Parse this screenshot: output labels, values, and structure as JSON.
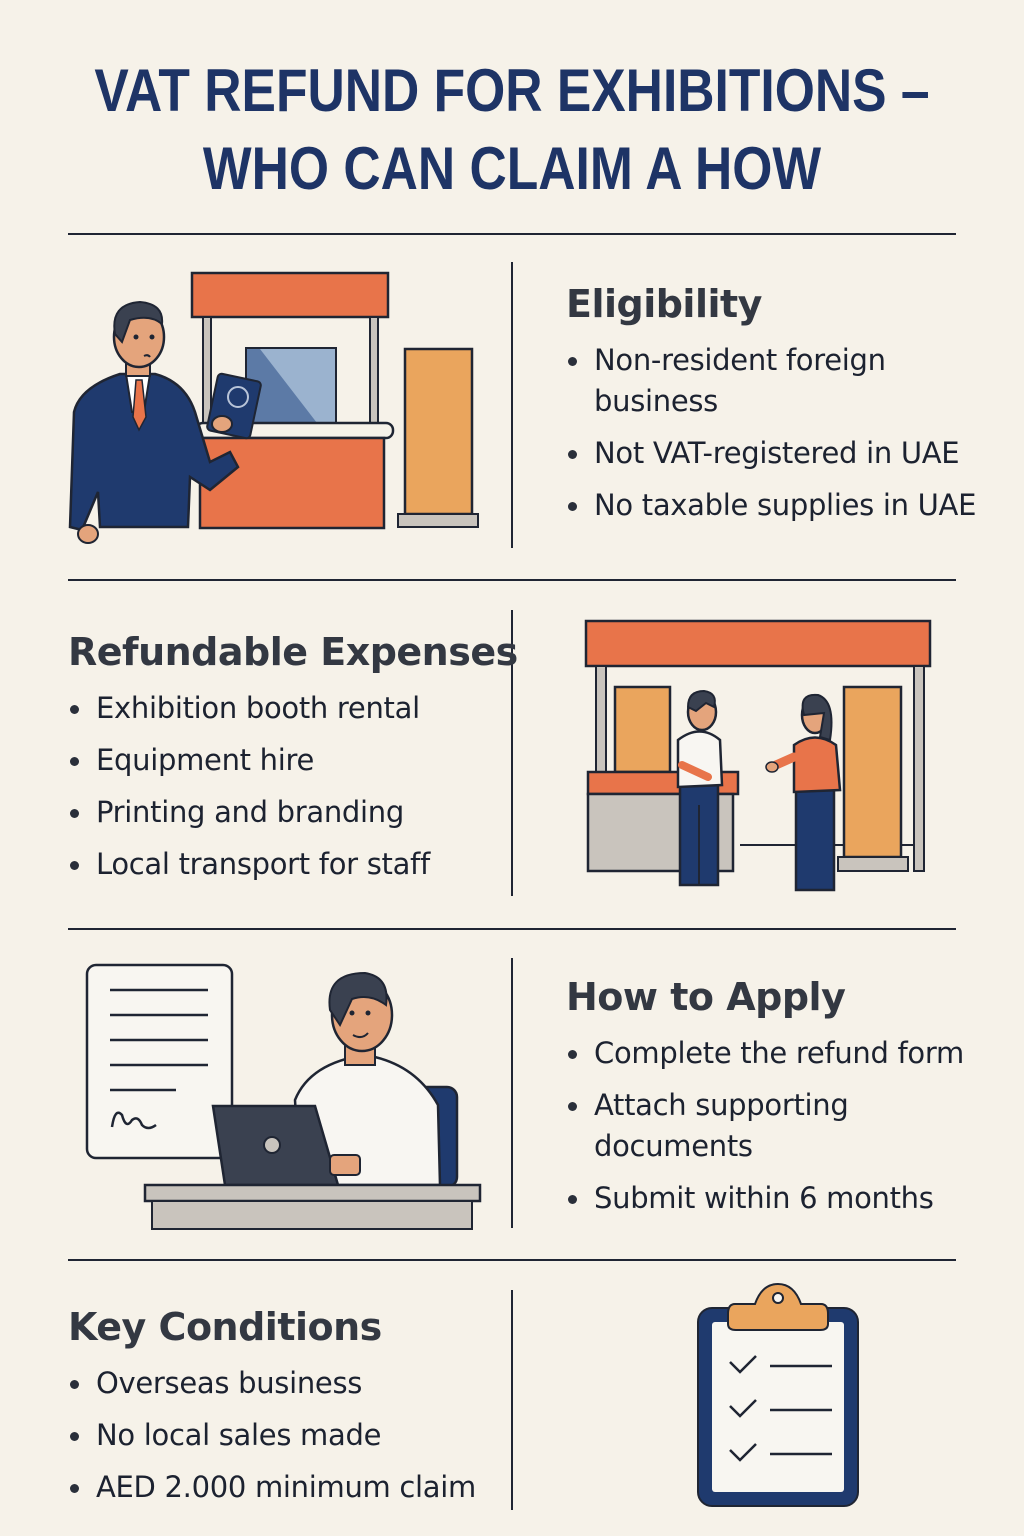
{
  "title": {
    "line1": "VAT REFUND FOR EXHIBITIONS –",
    "line2": "WHO CAN CLAIM A HOW"
  },
  "sections": [
    {
      "id": "eligibility",
      "heading": "Eligibility",
      "items": [
        "Non-resident foreign business",
        "Not VAT-registered in UAE",
        "No taxable supplies in UAE"
      ],
      "illustration": "businessman-at-booth-with-passport"
    },
    {
      "id": "refundable-expenses",
      "heading": "Refundable Expenses",
      "items": [
        "Exhibition booth rental",
        "Equipment hire",
        "Printing and branding",
        "Local transport for staff"
      ],
      "illustration": "two-people-at-exhibition-booth"
    },
    {
      "id": "how-to-apply",
      "heading": "How to Apply",
      "items": [
        "Complete the refund form",
        "Attach supporting documents",
        "Submit within 6 months"
      ],
      "illustration": "man-at-laptop-with-signed-document"
    },
    {
      "id": "key-conditions",
      "heading": "Key Conditions",
      "items": [
        "Overseas business",
        "No local sales made",
        "AED 2.000 minimum claim"
      ],
      "illustration": "clipboard-checklist"
    }
  ],
  "colors": {
    "background": "#f6f2e9",
    "title": "#1e3466",
    "navy": "#1f3a6e",
    "orange": "#e8744a",
    "light_orange": "#eaa55d",
    "text": "#1c2230"
  }
}
